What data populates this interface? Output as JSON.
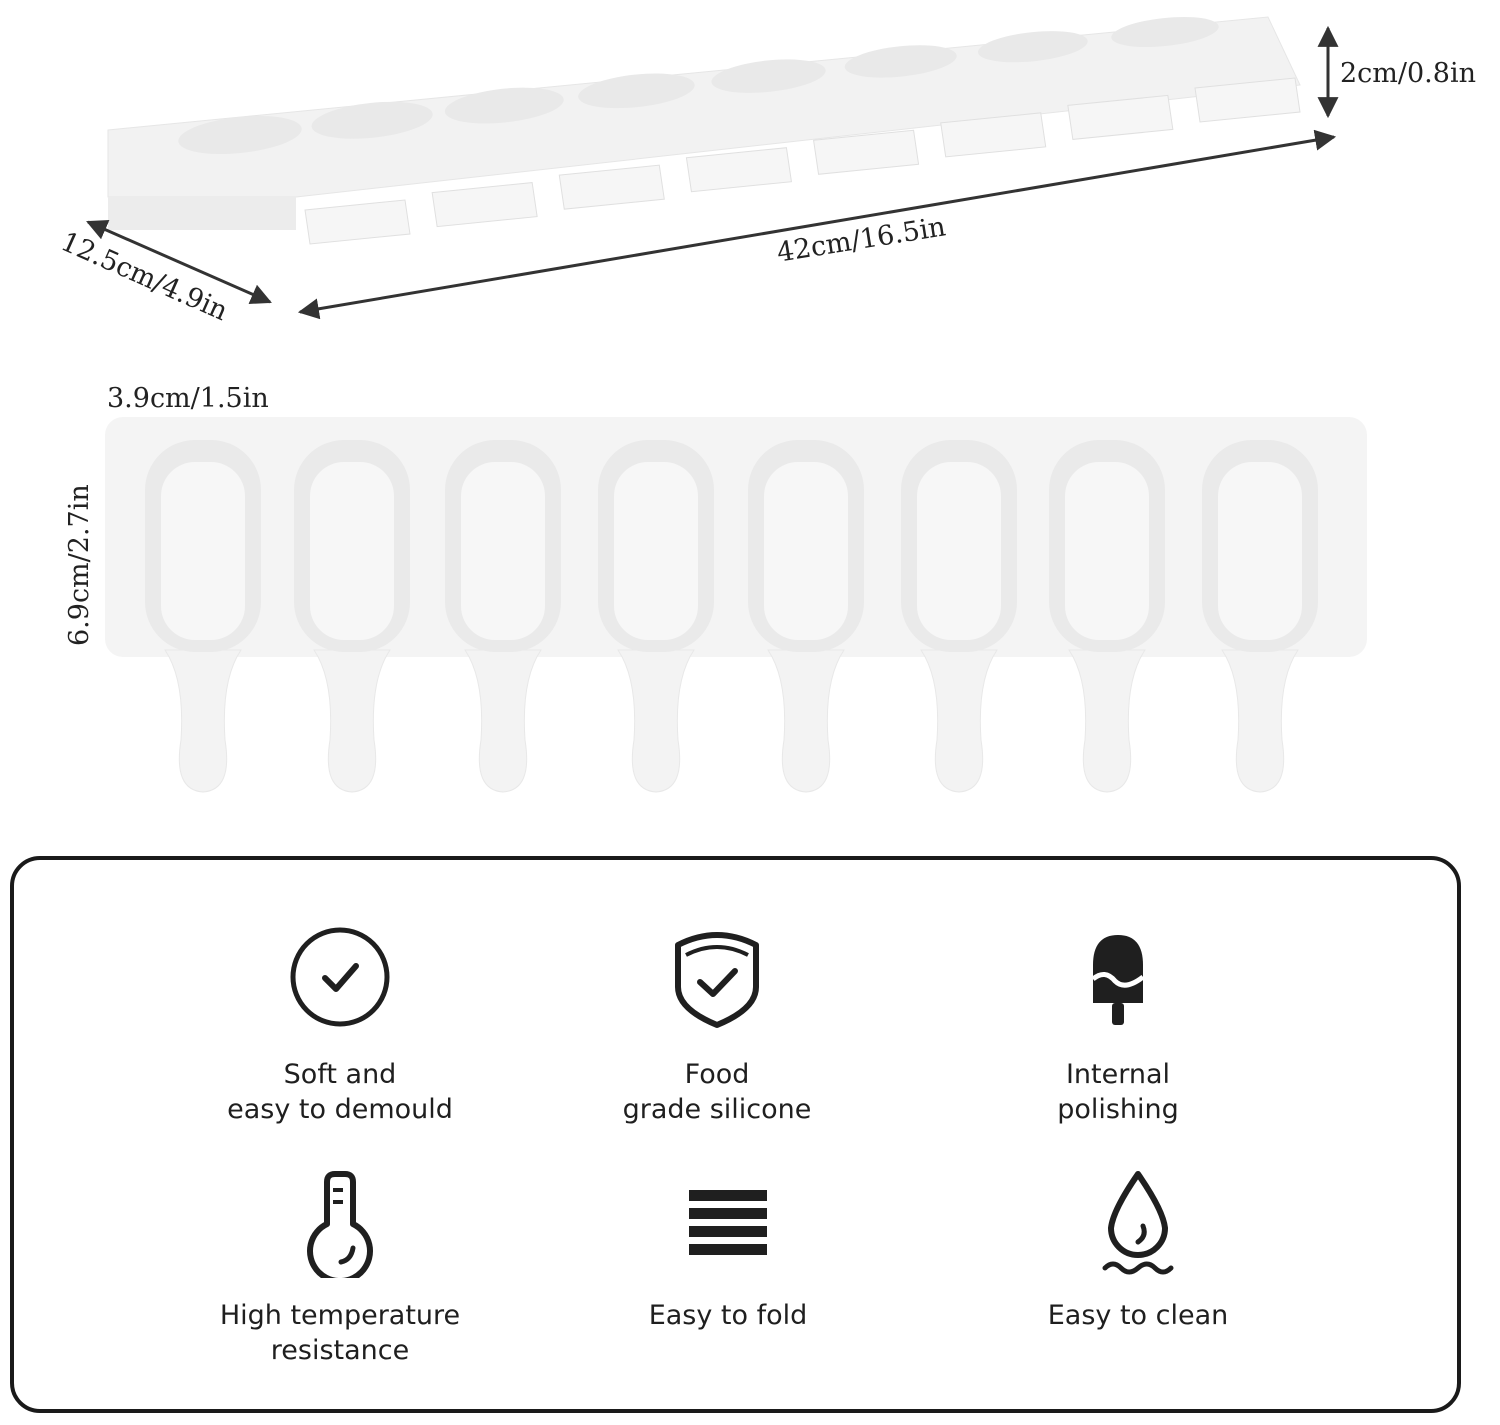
{
  "dimensions": {
    "height": "2cm/0.8in",
    "length": "42cm/16.5in",
    "width": "12.5cm/4.9in",
    "cavity_width": "3.9cm/1.5in",
    "cavity_height": "6.9cm/2.7in",
    "fragment": "5in"
  },
  "features": [
    {
      "icon": "check-circle-icon",
      "line1": "Soft and",
      "line2": "easy to demould"
    },
    {
      "icon": "shield-check-icon",
      "line1": "Food",
      "line2": "grade silicone"
    },
    {
      "icon": "popsicle-icon",
      "line1": "Internal",
      "line2": "polishing"
    },
    {
      "icon": "thermometer-icon",
      "line1": "High temperature",
      "line2": "resistance"
    },
    {
      "icon": "stacked-lines-icon",
      "line1": "Easy to fold",
      "line2": ""
    },
    {
      "icon": "water-drop-icon",
      "line1": "Easy to clean",
      "line2": ""
    }
  ],
  "colors": {
    "mold": "#f4f4f4",
    "mold_shadow": "#e3e3e3",
    "ink": "#1f1f1f"
  }
}
